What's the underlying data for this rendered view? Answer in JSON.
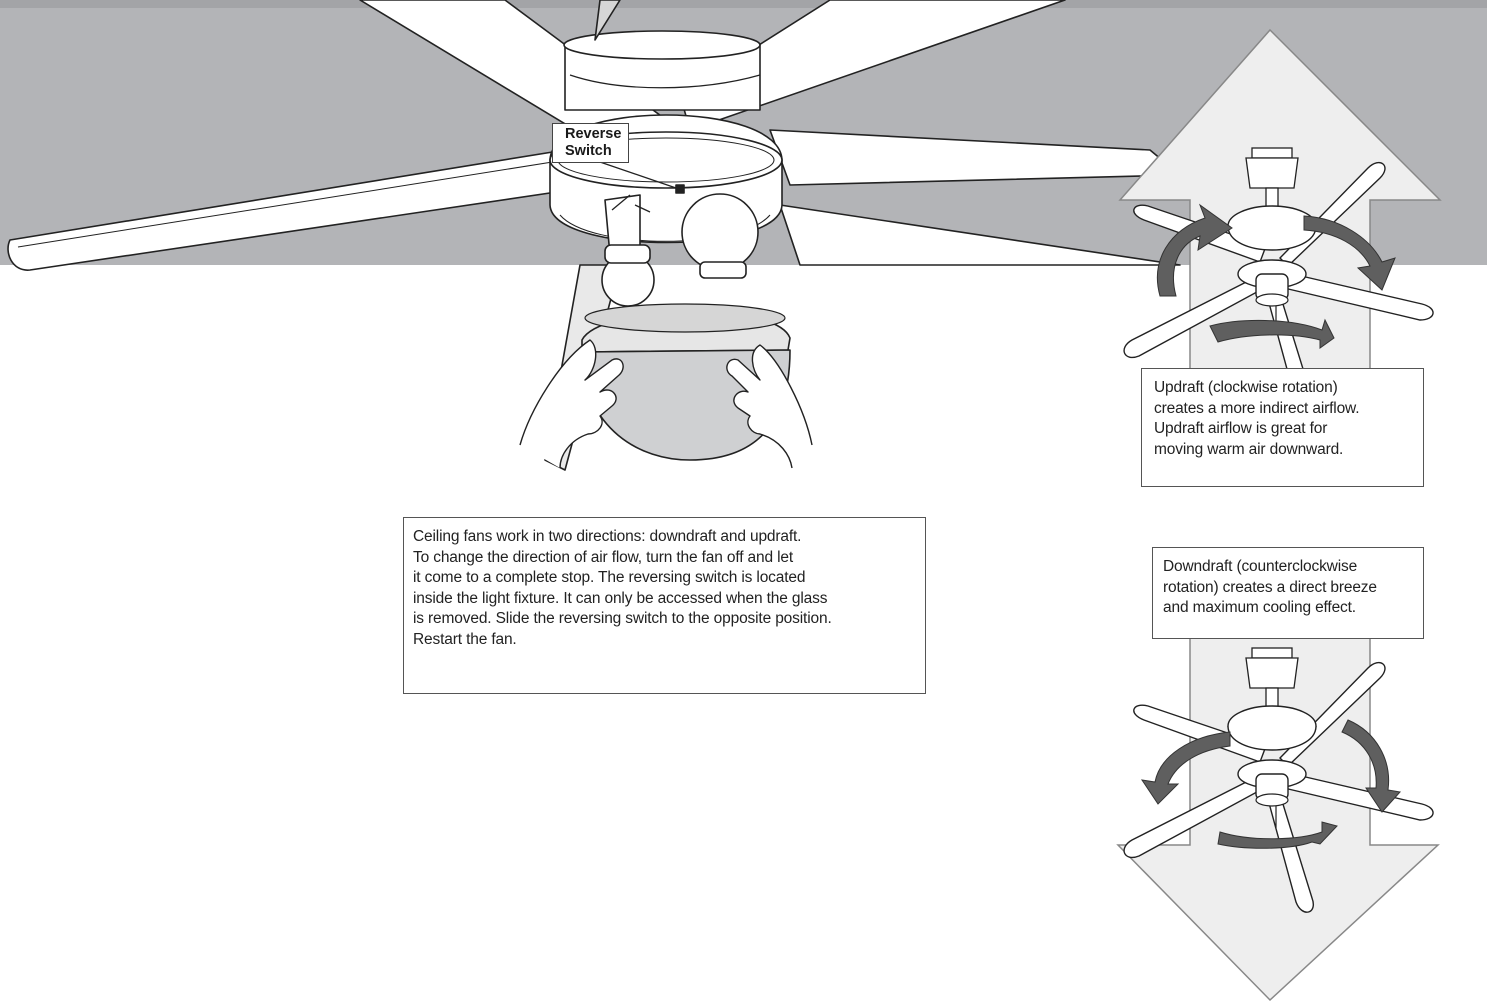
{
  "callout": {
    "reverse_switch_line1": "Reverse",
    "reverse_switch_line2": "Switch"
  },
  "instructions": {
    "lines": [
      "Ceiling fans work in two directions: downdraft and updraft.",
      "To change the direction of air flow, turn the fan off and let",
      "it come to a complete stop. The reversing switch is located",
      "inside the light fixture. It can only be accessed when the glass",
      "is removed. Slide the reversing switch to the opposite position.",
      "Restart the fan."
    ]
  },
  "updraft": {
    "lines": [
      "Updraft (clockwise rotation)",
      "creates a more indirect airflow.",
      "Updraft airflow is great for",
      "moving warm air downward."
    ]
  },
  "downdraft": {
    "lines": [
      "Downdraft (counterclockwise",
      "rotation) creates a direct breeze",
      "and maximum cooling effect."
    ]
  },
  "colors": {
    "ceiling": "#b3b4b7",
    "arrow_fill": "#eeeeee",
    "line": "#222222",
    "rotation_arrow": "#5f5f5f"
  },
  "icons": [
    "ceiling-fan-illustration",
    "hands-holding-glass-dome",
    "updraft-arrow-icon",
    "downdraft-arrow-icon",
    "rotation-arrow-icon"
  ]
}
